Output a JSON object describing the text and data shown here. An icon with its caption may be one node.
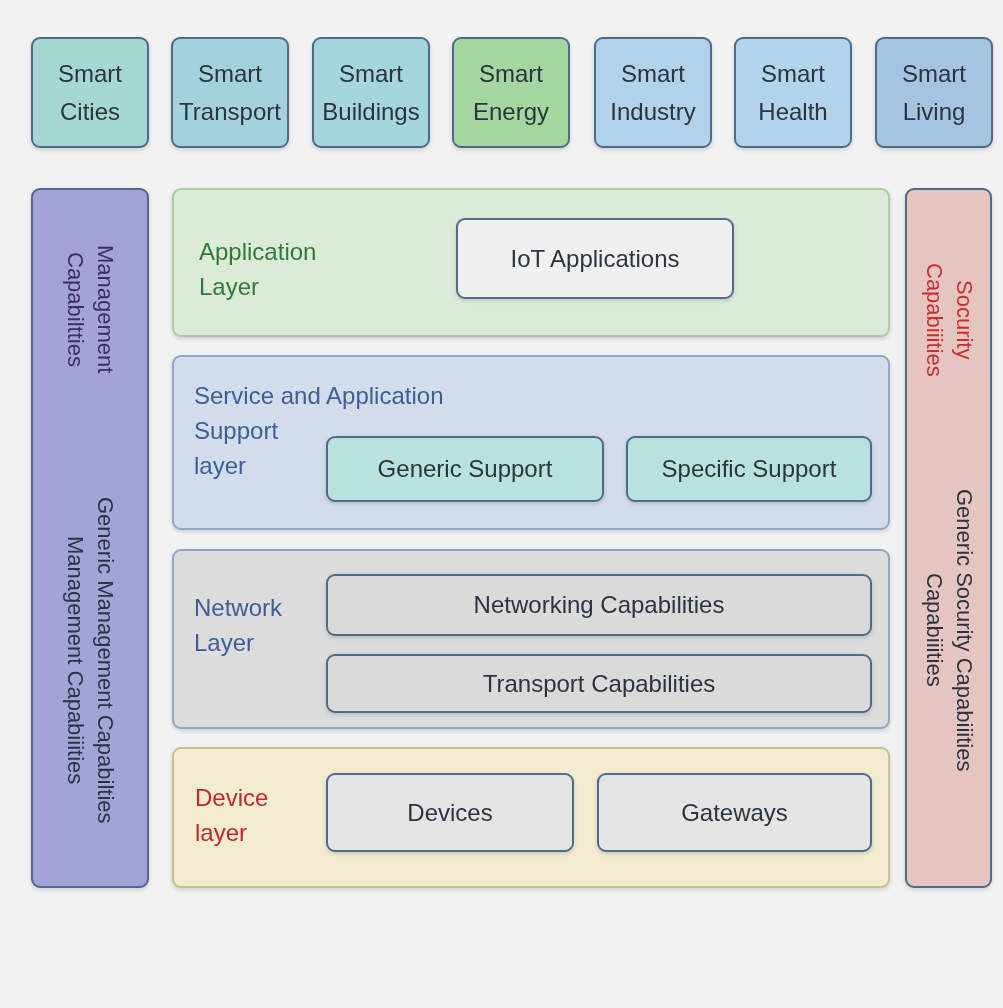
{
  "diagram": {
    "nodes": [
      {
        "text": [
          "Smart Cities"
        ]
      },
      {
        "text": [
          "Smart Transport"
        ]
      },
      {
        "text": [
          "Smart Buildings"
        ]
      },
      {
        "text": [
          "Smart Energy"
        ]
      },
      {
        "text": [
          "Smart Industry"
        ]
      },
      {
        "text": [
          "Smart Health"
        ]
      },
      {
        "text": [
          "Smart Living"
        ]
      },
      {
        "text": [
          "Management Capabiltties",
          "Generic Management Capabilties Management Capabiiities"
        ]
      },
      {
        "text": [
          "Application Layer"
        ]
      },
      {
        "text": [
          "IoT Applications"
        ],
        "in": 8
      },
      {
        "text": [
          "Service and Application Support layer"
        ]
      },
      {
        "text": [
          "Generic Support"
        ],
        "in": 10
      },
      {
        "text": [
          "Specific Support"
        ],
        "in": 10
      },
      {
        "text": [
          "Network Layer"
        ]
      },
      {
        "text": [
          "Networking Capabilities"
        ],
        "in": 13
      },
      {
        "text": [
          "Transport Capabilities"
        ],
        "in": 13
      },
      {
        "text": [
          "Device layer"
        ]
      },
      {
        "text": [
          "Devices"
        ],
        "in": 16
      },
      {
        "text": [
          "Gateways"
        ],
        "in": 16
      },
      {
        "text": [
          "Socurity Capabiiities",
          "Generic Socurity Capabiiities Capabiiities"
        ]
      }
    ]
  }
}
